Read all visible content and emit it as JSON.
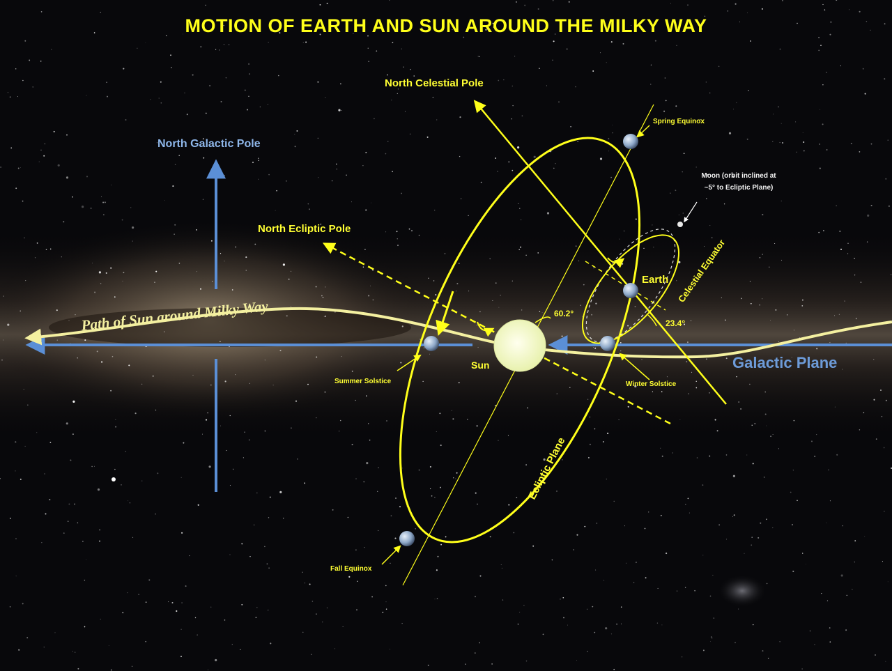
{
  "title": "MOTION OF EARTH AND SUN AROUND THE MILKY WAY",
  "labels": {
    "north_celestial_pole": "North Celestial Pole",
    "north_galactic_pole": "North Galactic Pole",
    "north_ecliptic_pole": "North Ecliptic Pole",
    "spring_equinox": "Spring Equinox",
    "moon_line1": "Moon (orbit inclined at",
    "moon_line2": "~5° to Ecliptic Plane)",
    "earth": "Earth",
    "celestial_equator": "Celestial Equator",
    "path_of_sun": "Path of Sun around Milky Way",
    "angle_ecliptic": "60.2°",
    "angle_axial_tilt": "23.4°",
    "sun": "Sun",
    "galactic_plane": "Galactic Plane",
    "summer_solstice": "Summer Solstice",
    "winter_solstice": "Winter Solstice",
    "ecliptic_plane": "Ecliptic Plane",
    "fall_equinox": "Fall Equinox"
  },
  "colors": {
    "yellow": "#ffff1a",
    "path_yellow": "#f4f0a0",
    "galactic_blue": "#5b8fd6",
    "sun_fill": "#f4fbc8",
    "planet_blue": "#9fb8d6",
    "space": "#0a0a0c"
  }
}
